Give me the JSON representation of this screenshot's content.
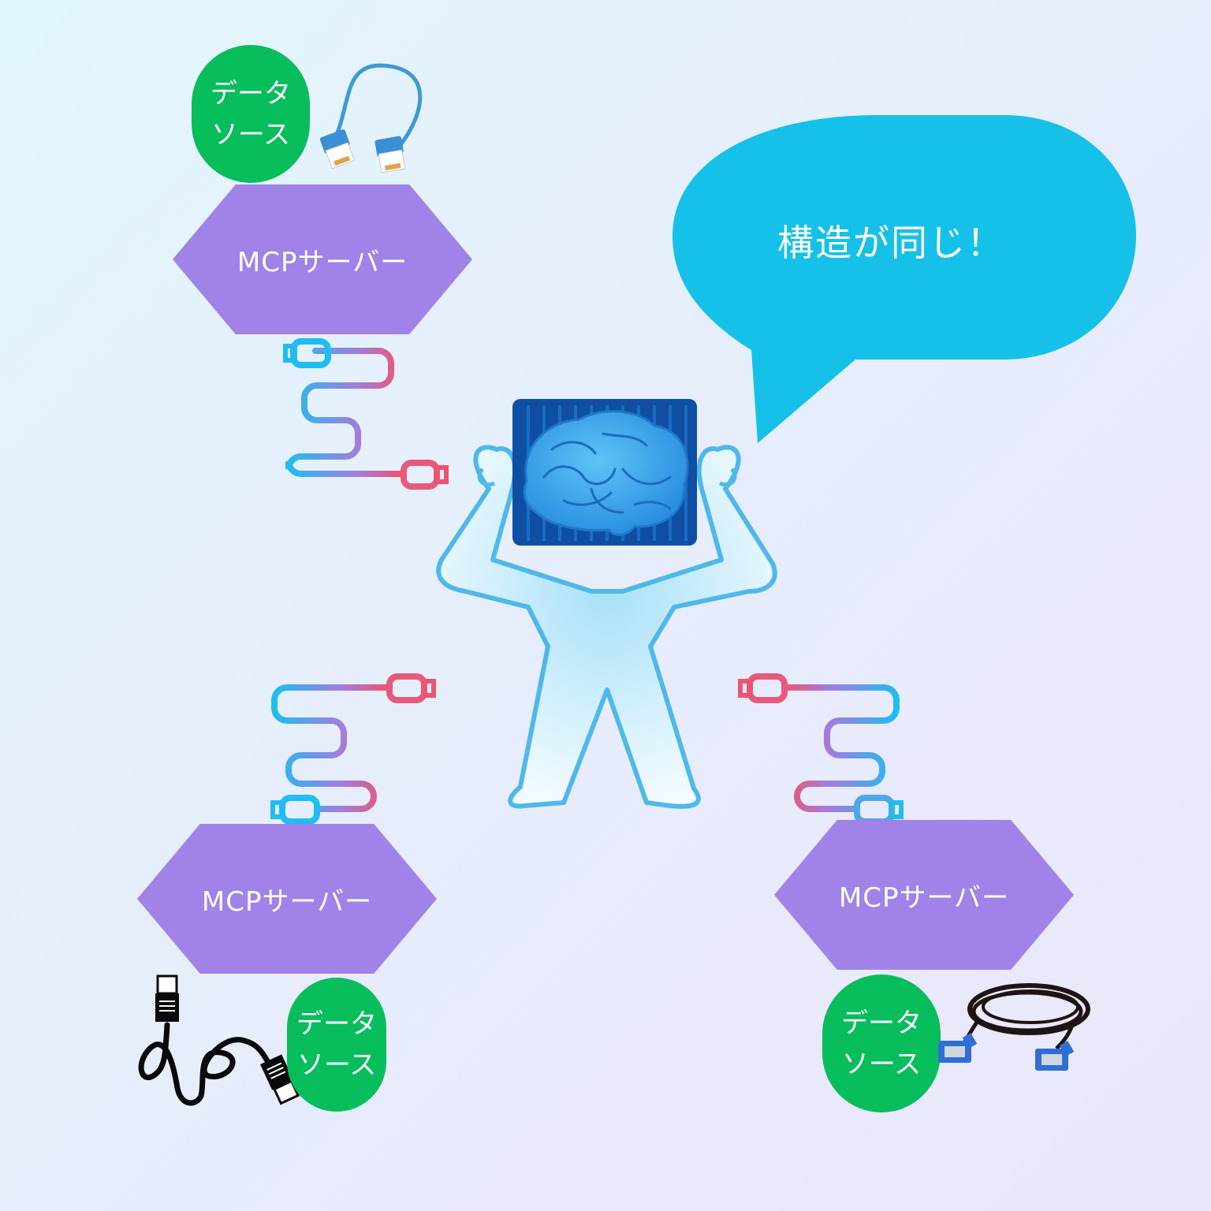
{
  "diagram": {
    "speech_bubble": {
      "text": "構造が同じ！",
      "color": "#15c1e8"
    },
    "center_figure": {
      "label": "ai-brain-muscle-figure",
      "outline_color": "#4fb8ea",
      "chip_color": "#0e4fa3",
      "brain_color": "#3aa3ec"
    },
    "nodes": [
      {
        "server_label": "MCPサーバー",
        "data_source_line1": "データ",
        "data_source_line2": "ソース",
        "cable_type": "lan-cable"
      },
      {
        "server_label": "MCPサーバー",
        "data_source_line1": "データ",
        "data_source_line2": "ソース",
        "cable_type": "hdmi-cable"
      },
      {
        "server_label": "MCPサーバー",
        "data_source_line1": "データ",
        "data_source_line2": "ソース",
        "cable_type": "vga-cable"
      }
    ],
    "colors": {
      "server_fill": "#a082e9",
      "data_source_fill": "#08bd5c",
      "usb_gradient_start": "#1fbdf0",
      "usb_gradient_mid": "#a27ddf",
      "usb_gradient_end": "#ee5470"
    }
  }
}
